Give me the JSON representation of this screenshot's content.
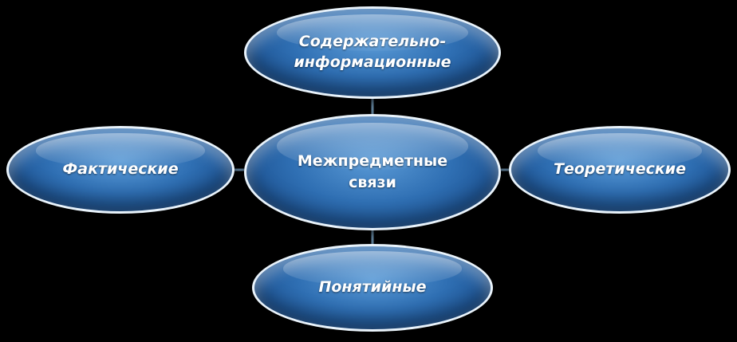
{
  "diagram": {
    "center": {
      "lines": [
        "Межпредметные",
        "связи"
      ]
    },
    "top": {
      "lines": [
        "Содержательно-",
        "информационные"
      ]
    },
    "left": {
      "label": "Фактические"
    },
    "right": {
      "label": "Теоретические"
    },
    "bottom": {
      "label": "Понятийные"
    }
  },
  "colors": {
    "background": "#000000",
    "node_fill": "#2f6fb3",
    "node_border": "#e9f3fb",
    "connector": "#5f7f99",
    "text": "#ffffff"
  }
}
